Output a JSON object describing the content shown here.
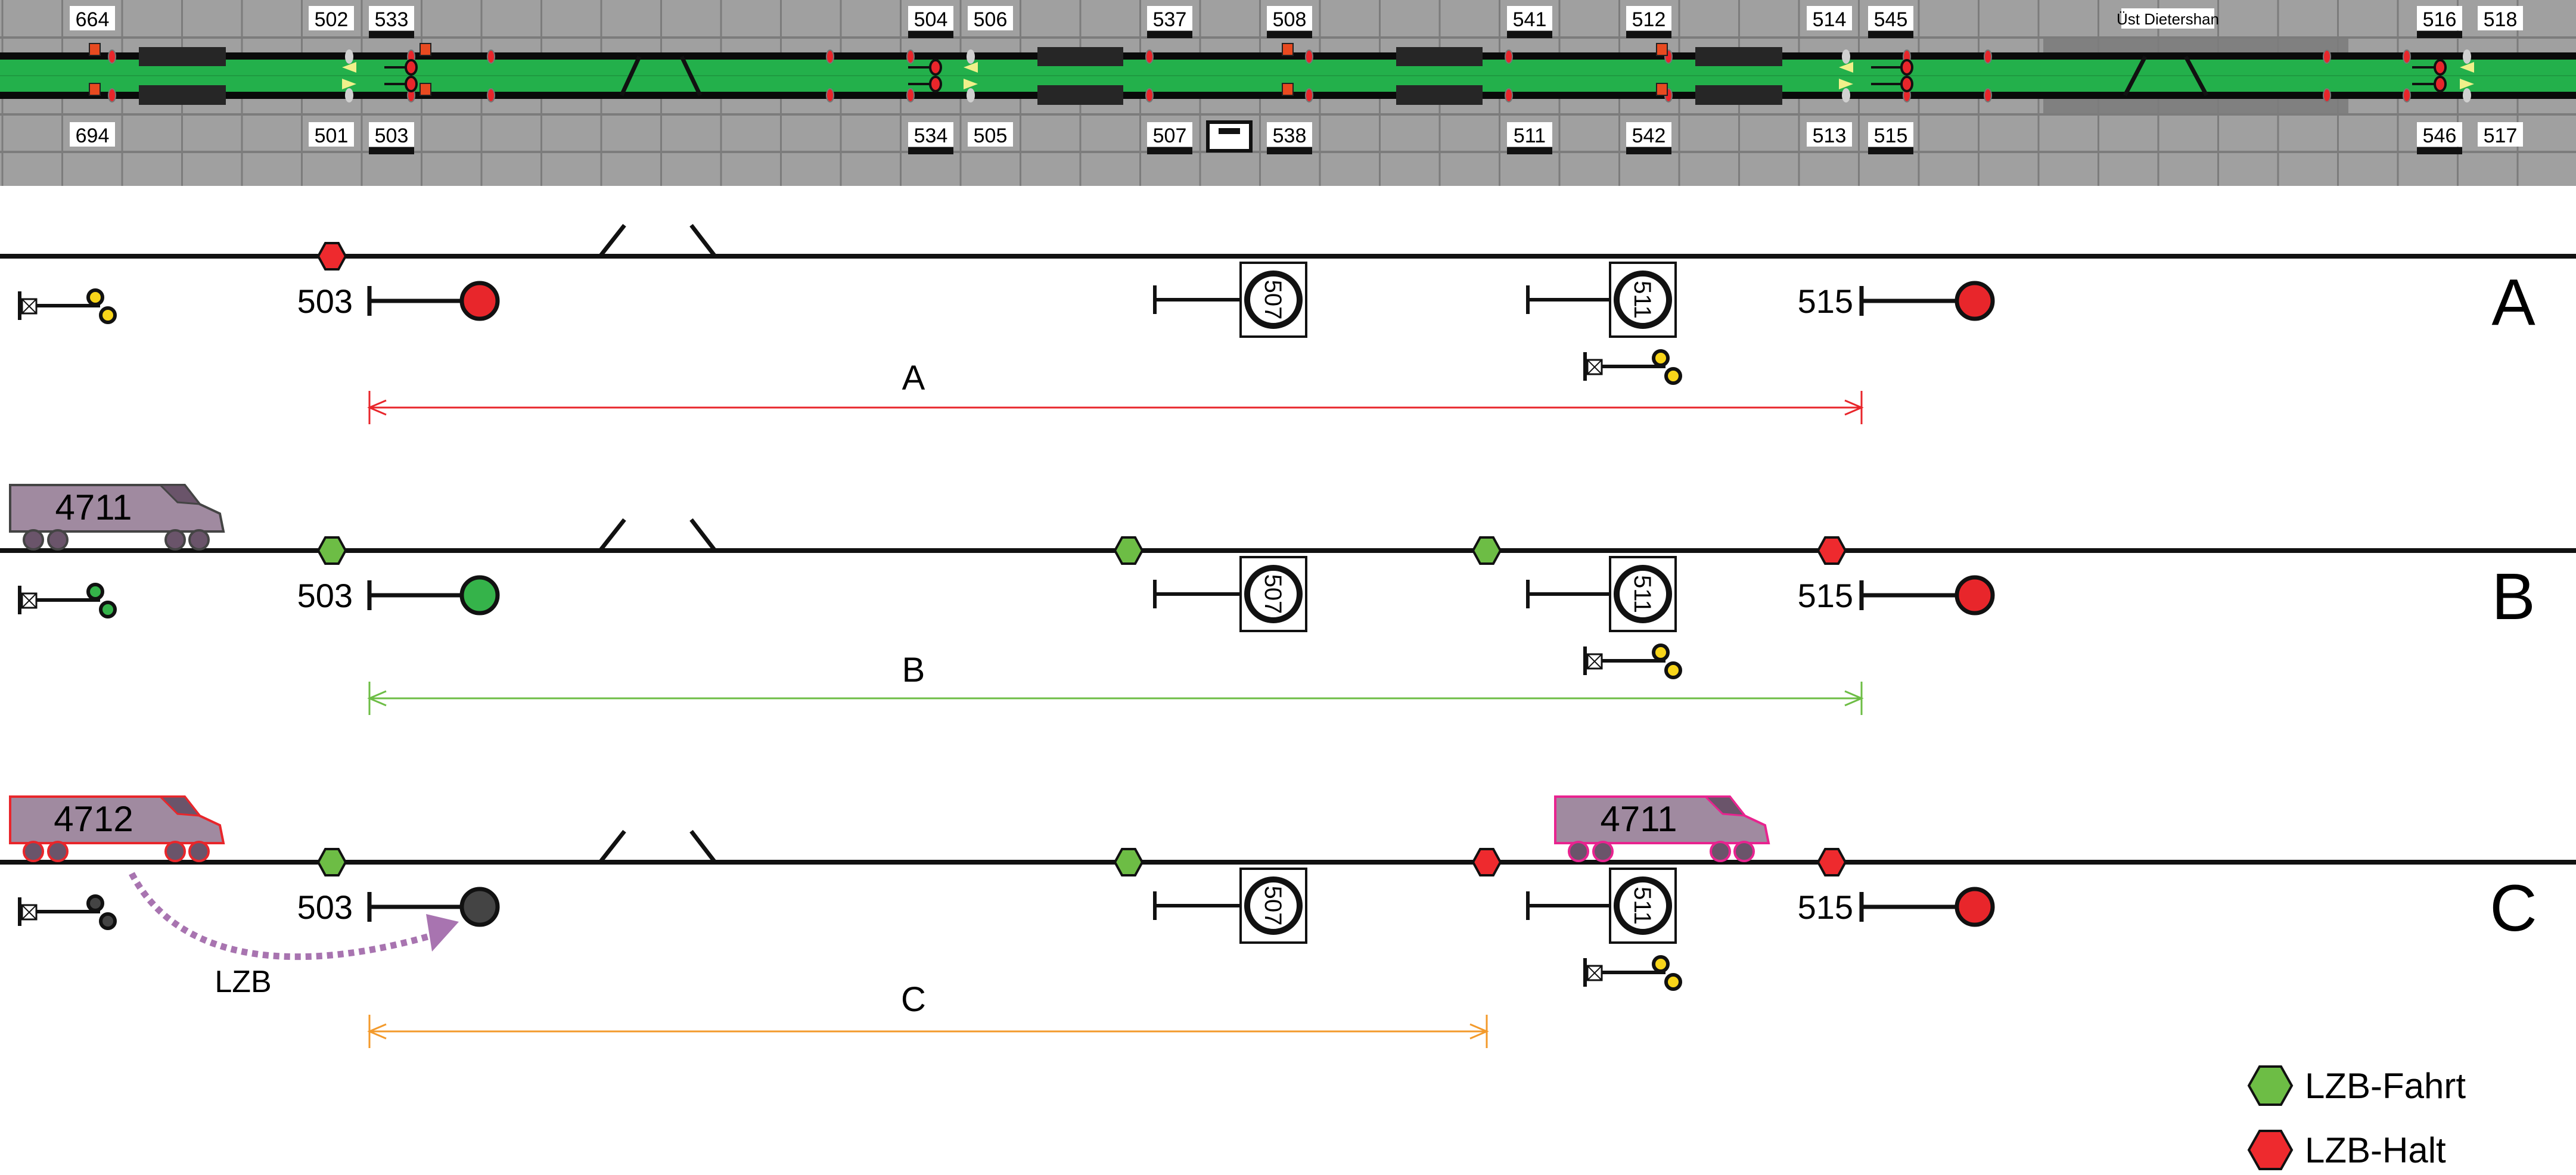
{
  "panel": {
    "upper_labels": [
      "664",
      "502",
      "533",
      "504",
      "506",
      "537",
      "508",
      "541",
      "512",
      "514",
      "545",
      "516",
      "518"
    ],
    "lower_labels": [
      "694",
      "501",
      "503",
      "534",
      "505",
      "507",
      "538",
      "511",
      "542",
      "513",
      "515",
      "546",
      "517"
    ],
    "station": "Üst Dietershan"
  },
  "scenarios": [
    {
      "id": "A",
      "dim_label": "A",
      "sig_start": "503",
      "sig_mid1": "507",
      "sig_mid2": "511",
      "sig_end": "515",
      "color": "#e8262b"
    },
    {
      "id": "B",
      "dim_label": "B",
      "sig_start": "503",
      "sig_mid1": "507",
      "sig_mid2": "511",
      "sig_end": "515",
      "train": "4711",
      "color": "#6dbd45"
    },
    {
      "id": "C",
      "dim_label": "C",
      "sig_start": "503",
      "sig_mid1": "507",
      "sig_mid2": "511",
      "sig_end": "515",
      "train": "4712",
      "train2": "4711",
      "lzb_label": "LZB",
      "color": "#f39a2b"
    }
  ],
  "legend": [
    {
      "label": "LZB-Fahrt",
      "color": "#6dbd45"
    },
    {
      "label": "LZB-Halt",
      "color": "#ee2a2e"
    }
  ],
  "colors": {
    "green_band": "#23b04b",
    "panel": "#a0a0a0",
    "train": "#a08aa0",
    "train_dark": "#6a546a",
    "lzb_arrow": "#a874b0",
    "sig_red": "#e8262b",
    "sig_green": "#35b34a",
    "sig_yellow": "#f8d51a",
    "sig_dark": "#444444"
  }
}
